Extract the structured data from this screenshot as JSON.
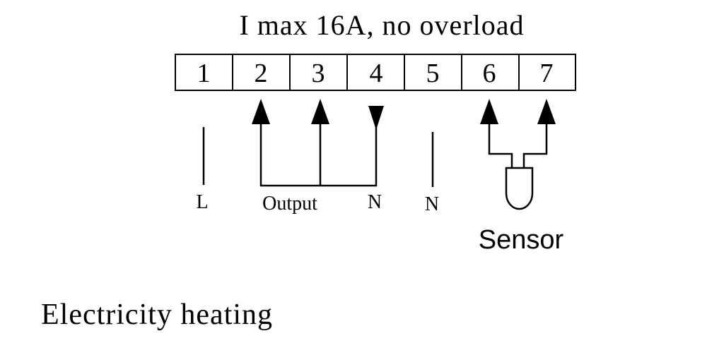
{
  "title": "I max 16A, no overload",
  "terminals": [
    "1",
    "2",
    "3",
    "4",
    "5",
    "6",
    "7"
  ],
  "labels": {
    "l": "L",
    "output": "Output",
    "n_left": "N",
    "n_right": "N",
    "sensor": "Sensor"
  },
  "caption": "Electricity heating",
  "icons": {
    "sensor": "sensor-probe-icon",
    "arrow_up": "arrow-up-icon",
    "arrow_down": "arrow-down-icon"
  },
  "colors": {
    "line": "#000000",
    "background": "#ffffff"
  }
}
